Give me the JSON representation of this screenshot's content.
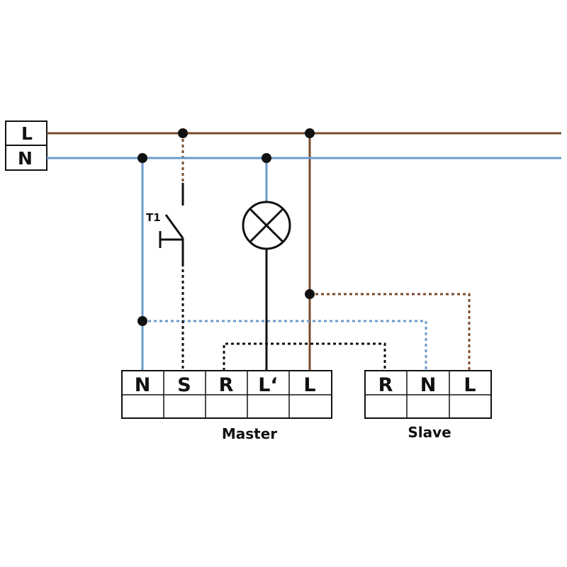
{
  "supply": {
    "line_label": "L",
    "neutral_label": "N"
  },
  "switch": {
    "label": "T1"
  },
  "master": {
    "caption": "Master",
    "terminals": [
      "N",
      "S",
      "R",
      "L‘",
      "L"
    ]
  },
  "slave": {
    "caption": "Slave",
    "terminals": [
      "R",
      "N",
      "L"
    ]
  },
  "colors": {
    "phase_brown": "#7a4a2a",
    "neutral_blue": "#6a9acb",
    "control_black": "#111111"
  }
}
